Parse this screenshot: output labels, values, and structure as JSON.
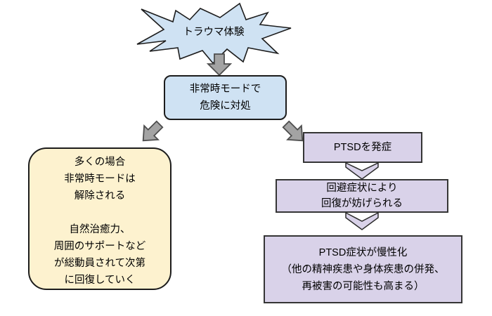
{
  "diagram": {
    "description": "trauma-to-ptsd-flowchart",
    "colors": {
      "background": "#ffffff",
      "starburst_fill": "#cfe2f3",
      "emergency_box_fill": "#cfe2f3",
      "recovery_box_fill": "#fdf2cf",
      "ptsd_box_fill": "#d9d2e9",
      "gray_arrow_fill": "#a3a3a3",
      "gray_arrow_stroke": "#4d4d4d",
      "outline": "#1c1c1c"
    },
    "nodes": {
      "trauma": {
        "label": "トラウマ体験"
      },
      "emergency_mode": {
        "lines": [
          "非常時モードで",
          "危険に対処"
        ]
      },
      "natural_recovery": {
        "lines": [
          "多くの場合",
          "非常時モードは",
          "解除される",
          "",
          "自然治癒力、",
          "周囲のサポートなど",
          "が総動員されて次第",
          "に回復していく"
        ]
      },
      "ptsd_onset": {
        "label": "PTSDを発症"
      },
      "avoidance": {
        "lines": [
          "回避症状により",
          "回復が妨げられる"
        ]
      },
      "chronic": {
        "lines": [
          "PTSD症状が慢性化",
          "（他の精神疾患や身体疾患の併発、",
          "再被害の可能性も高まる）"
        ]
      }
    }
  }
}
